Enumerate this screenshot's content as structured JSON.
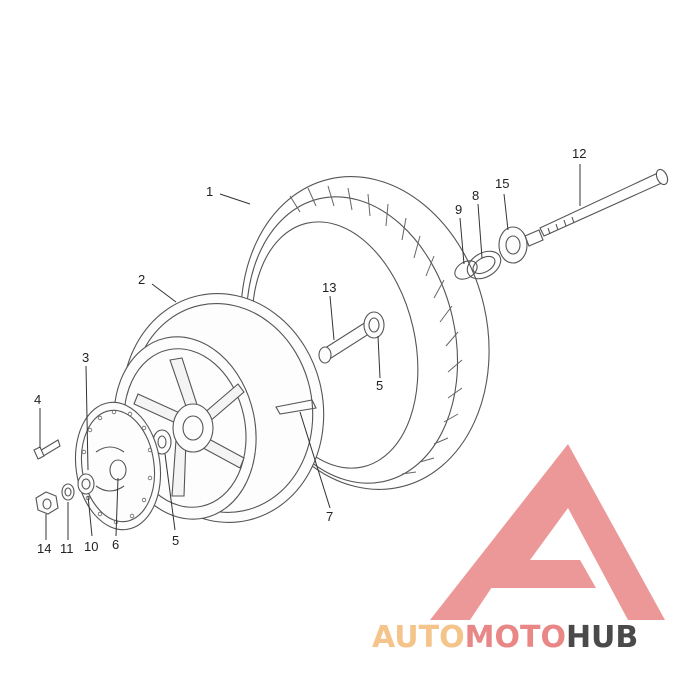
{
  "callouts": [
    {
      "id": "1",
      "label": "1"
    },
    {
      "id": "2",
      "label": "2"
    },
    {
      "id": "3",
      "label": "3"
    },
    {
      "id": "4",
      "label": "4"
    },
    {
      "id": "5a",
      "label": "5"
    },
    {
      "id": "5b",
      "label": "5"
    },
    {
      "id": "6",
      "label": "6"
    },
    {
      "id": "7",
      "label": "7"
    },
    {
      "id": "8",
      "label": "8"
    },
    {
      "id": "9",
      "label": "9"
    },
    {
      "id": "10",
      "label": "10"
    },
    {
      "id": "11",
      "label": "11"
    },
    {
      "id": "12",
      "label": "12"
    },
    {
      "id": "13",
      "label": "13"
    },
    {
      "id": "14",
      "label": "14"
    },
    {
      "id": "15",
      "label": "15"
    }
  ],
  "watermark": {
    "part1": "AUTO",
    "part2": "MOTO",
    "part3": "HUB",
    "color_light": "#f5c48a",
    "color_red": "#e98686",
    "color_dark": "#4a4a4a"
  }
}
